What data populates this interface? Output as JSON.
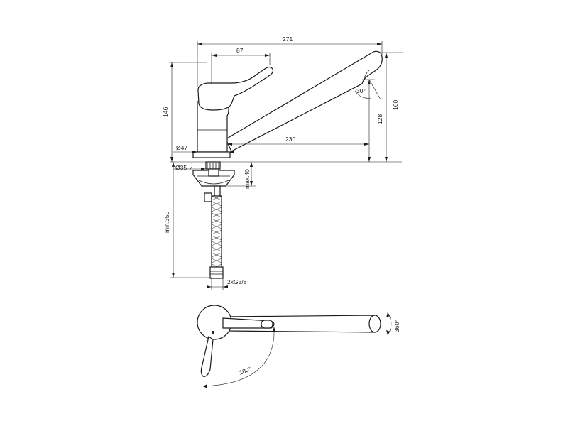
{
  "dimensions": {
    "overall_length": "271",
    "lever_length": "87",
    "total_height": "146",
    "spout_height": "160",
    "outlet_height": "128",
    "spout_reach": "230",
    "spout_angle": "30°",
    "body_diameter": "Ø47",
    "hole_diameter": "Ø35",
    "max_thickness": "max.40",
    "hose_length": "min.350",
    "connection": "2xG3/8",
    "lever_rotation": "100°",
    "spout_rotation": "360°"
  }
}
